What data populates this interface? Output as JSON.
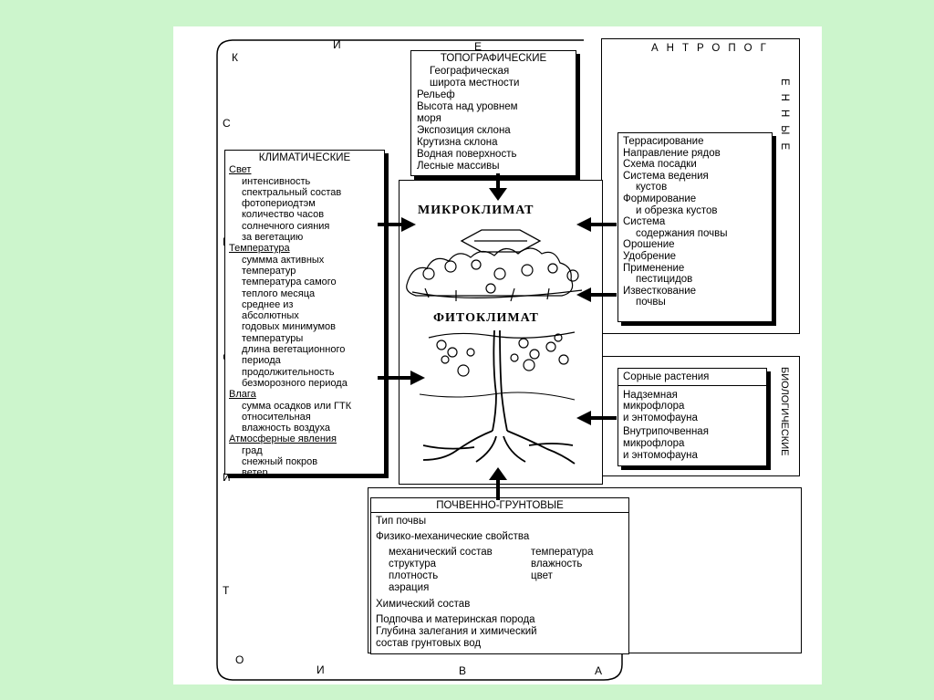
{
  "topographic": {
    "title": "ТОПОГРАФИЧЕСКИЕ",
    "items": [
      "Географическая",
      "широта местности",
      "Рельеф",
      "Высота над уровнем",
      "моря",
      "Экспозиция склона",
      "Крутизна склона",
      "Водная поверхность",
      "Лесные массивы"
    ]
  },
  "climatic": {
    "title": "КЛИМАТИЧЕСКИЕ",
    "light": "Свет",
    "light_items": [
      "интенсивность",
      "спектральный состав",
      "фотопериодтэм",
      "количество часов",
      "солнечного сияния",
      "за вегетацию"
    ],
    "temp": "Температура",
    "temp_items": [
      "суммма активных",
      "температур",
      "температура самого",
      "теплого месяца",
      "среднее из",
      "абсолютных",
      "годовых минимумов",
      "температуры",
      "длина вегетационного",
      "периода",
      "продолжительность",
      "безморозного периода"
    ],
    "moisture": "Влага",
    "moisture_items": [
      "сумма осадков или ГТК",
      "относительная",
      "влажность воздуха"
    ],
    "atmo": "Атмосферные явления",
    "atmo_items": [
      "град",
      "снежный покров",
      "ветер"
    ]
  },
  "anthropogenic": {
    "side_label": "АНТРОПОГЕННЫЕ",
    "items": [
      "Террасирование",
      "Направление рядов",
      "Схема посадки",
      "Система ведения",
      "кустов",
      "Формирование",
      "и обрезка кустов",
      "Система",
      "содержания почвы",
      "Орошение",
      "Удобрение",
      "Применение",
      "пестицидов",
      "Известкование",
      "почвы"
    ]
  },
  "biological": {
    "side_label": "БИОЛОГИЧЕСКИЕ",
    "items": [
      "Сорные растения",
      "Надземная",
      "микрофлора",
      "и энтомофауна",
      "Внутрипочвенная",
      "микрофлора",
      "и энтомофауна"
    ]
  },
  "soil": {
    "title": "ПОЧВЕННО-ГРУНТОВЫЕ",
    "soil_type": "Тип почвы",
    "physmech": "Физико-механические свойства",
    "col1": [
      "механический состав",
      "структура",
      "плотность",
      "аэрация"
    ],
    "col2": [
      "температура",
      "влажность",
      "цвет"
    ],
    "chem": "Химический состав",
    "subsoil": "Подпочва и материнская порода",
    "groundwater": [
      "Глубина залегания и химический",
      "состав грунтовых вод"
    ]
  },
  "center": {
    "micro": "МИКРОКЛИМАТ",
    "phyto": "ФИТОКЛИМАТ"
  },
  "outer_letters": {
    "top": [
      "К",
      "И",
      "Е"
    ],
    "left": [
      "С",
      "Е",
      "Ч",
      "И",
      "Т"
    ],
    "bottom": [
      "О",
      "И",
      "В",
      "А"
    ]
  }
}
